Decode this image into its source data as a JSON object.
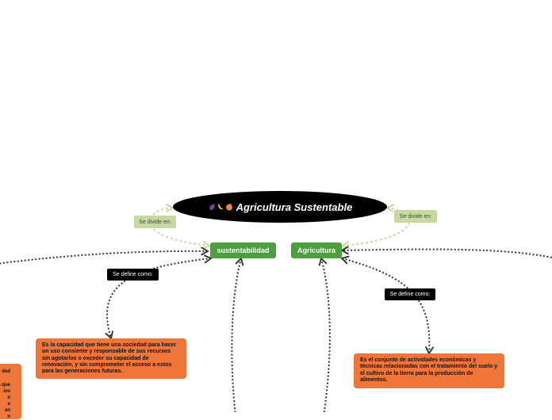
{
  "central_topic": {
    "title": "Agricultura Sustentable",
    "emoji_icons": [
      "eggplant-icon",
      "banana-icon",
      "peach-icon"
    ]
  },
  "topics": {
    "sustentabilidad": "sustentabilidad",
    "agricultura": "Agricultura"
  },
  "relations": {
    "left_divide": "Se divide en:",
    "right_divide": "Se divide en:",
    "left_define": "Se define como:",
    "right_define": "Se define como:"
  },
  "definitions": {
    "sustentabilidad": "Es la capacidad que tiene una sociedad para hacer un uso consiente y responsable de sus recursos sin agotarlos o exceder su capacidad de renovación, y sin comprometer el acceso a estos para las generaciones futuras.",
    "agricultura": "Es el conjunto de actividades económicas y técnicas relacionadas con el tratamiento del suelo y el cultivo de la tierra para la producción de alimentos."
  },
  "offscreen_partial_node": {
    "lines": [
      "dad",
      "",
      "a que",
      "ios",
      "o",
      "a",
      "an",
      "n"
    ]
  },
  "colors": {
    "central_bg": "#000000",
    "topic_bg": "#4c9e3f",
    "relation_green_bg": "#c8d9a0",
    "relation_black_bg": "#000000",
    "definition_bg": "#f07539",
    "green_connector": "#c8d9a0",
    "dark_connector": "#333333"
  }
}
